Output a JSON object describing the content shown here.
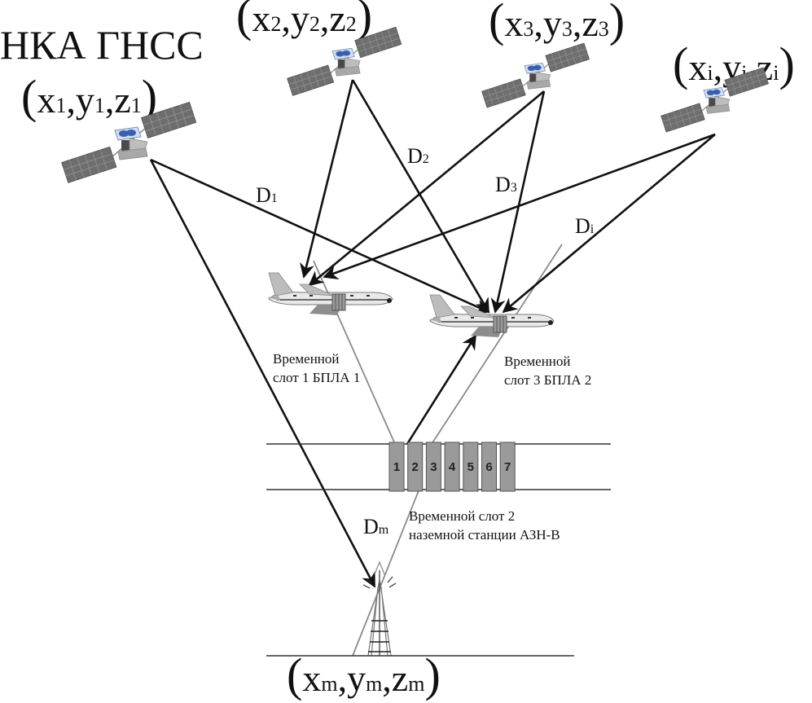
{
  "title": "НКА ГНСС",
  "satellites": [
    {
      "id": "sat-1",
      "coord": {
        "x": "x",
        "y": "y",
        "z": "z",
        "idx": "1"
      }
    },
    {
      "id": "sat-2",
      "coord": {
        "x": "x",
        "y": "y",
        "z": "z",
        "idx": "2"
      }
    },
    {
      "id": "sat-3",
      "coord": {
        "x": "x",
        "y": "y",
        "z": "z",
        "idx": "3"
      }
    },
    {
      "id": "sat-i",
      "coord": {
        "x": "x",
        "y": "y",
        "z": "z",
        "idx": "i"
      }
    }
  ],
  "ranges": [
    {
      "main": "D",
      "sub": "1"
    },
    {
      "main": "D",
      "sub": "2"
    },
    {
      "main": "D",
      "sub": "3"
    },
    {
      "main": "D",
      "sub": "i"
    },
    {
      "main": "D",
      "sub": "m"
    }
  ],
  "aircraft": [
    {
      "caption_line1": "Временной",
      "caption_line2": "слот 1 БПЛА 1"
    },
    {
      "caption_line1": "Временной",
      "caption_line2": "слот 3 БПЛА 2"
    }
  ],
  "slots": [
    "1",
    "2",
    "3",
    "4",
    "5",
    "6",
    "7"
  ],
  "ground_station": {
    "caption_line1": "Временной слот 2",
    "caption_line2": "наземной станции АЗН-В",
    "coord": {
      "x": "x",
      "y": "y",
      "z": "z",
      "idx": "m"
    }
  },
  "colors": {
    "solar_panel": "#707070",
    "antenna_dish": "#3a5fb0",
    "slot_fill": "#9a9a9a",
    "line_black": "#111111",
    "line_gray": "#8a8a8a"
  }
}
